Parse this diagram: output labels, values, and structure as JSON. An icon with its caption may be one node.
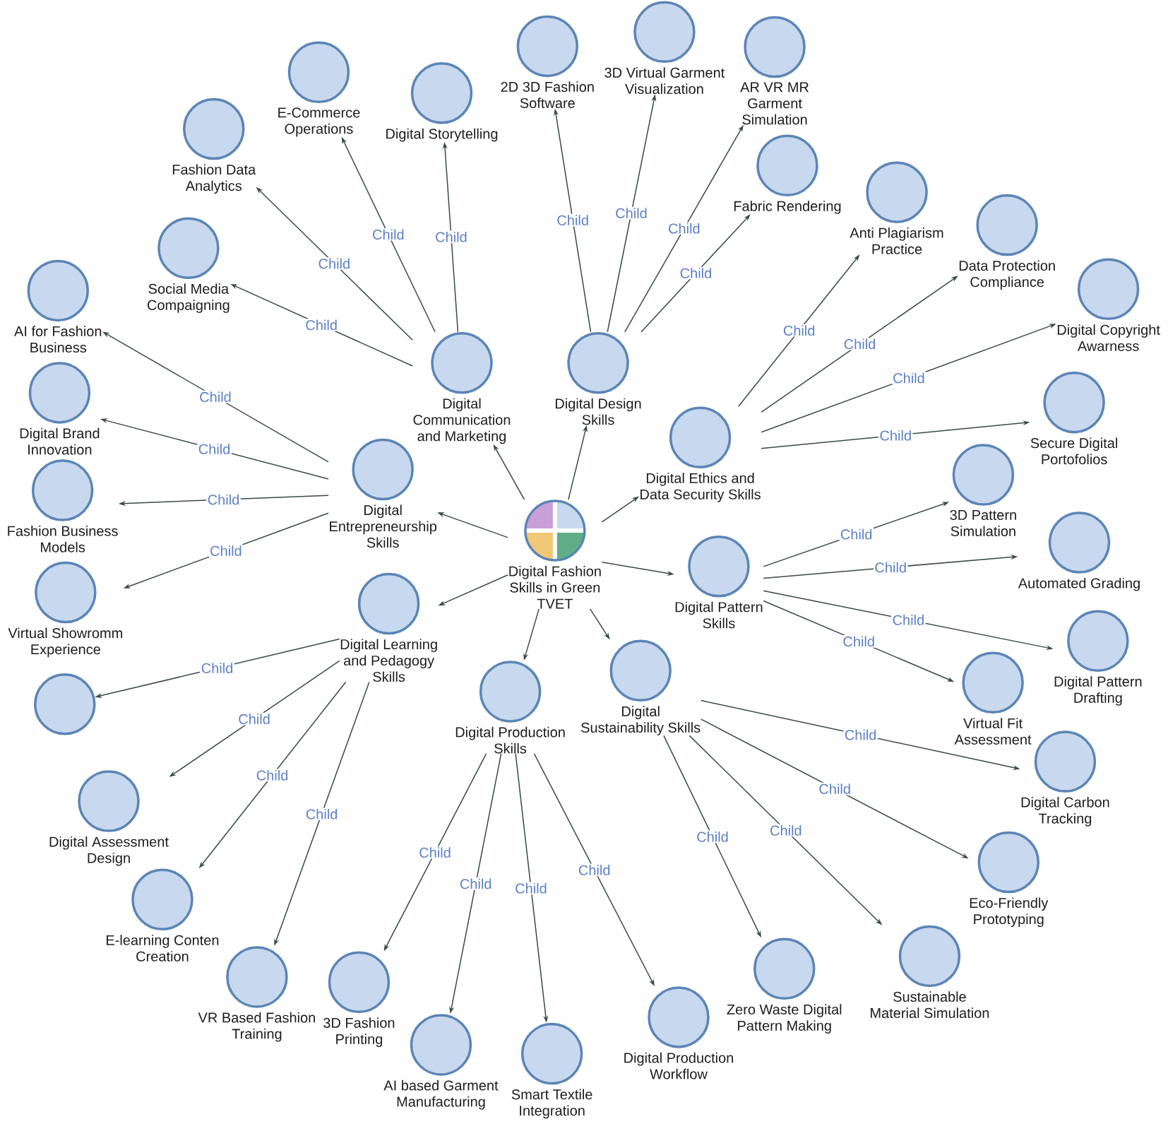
{
  "diagram": {
    "nodes": [
      {
        "text": [
          "Digital Fashion Skills in Green TVET"
        ]
      },
      {
        "text": [
          "Digital Communication and Marketing"
        ]
      },
      {
        "text": [
          "Digital Design Skills"
        ]
      },
      {
        "text": [
          "Digital Ethics and Data Security Skills"
        ]
      },
      {
        "text": [
          "Digital Pattern Skills"
        ]
      },
      {
        "text": [
          "Digital Sustainability Skills"
        ]
      },
      {
        "text": [
          "Digital Production Skills"
        ]
      },
      {
        "text": [
          "Digital Learning and Pedagogy Skills"
        ]
      },
      {
        "text": [
          "Digital Entrepreneurship Skills"
        ]
      },
      {
        "text": [
          "Social Media Compaigning"
        ]
      },
      {
        "text": [
          "Fashion Data Analytics"
        ]
      },
      {
        "text": [
          "E-Commerce Operations"
        ]
      },
      {
        "text": [
          "Digital Storytelling"
        ]
      },
      {
        "text": [
          "2D 3D Fashion Software"
        ]
      },
      {
        "text": [
          "3D Virtual Garment Visualization"
        ]
      },
      {
        "text": [
          "AR VR MR Garment Simulation"
        ]
      },
      {
        "text": [
          "Fabric Rendering"
        ]
      },
      {
        "text": [
          "Anti Plagiarism Practice"
        ]
      },
      {
        "text": [
          "Data Protection Compliance"
        ]
      },
      {
        "text": [
          "Digital Copyright Awarness"
        ]
      },
      {
        "text": [
          "Secure Digital Portofolios"
        ]
      },
      {
        "text": [
          "3D Pattern Simulation"
        ]
      },
      {
        "text": [
          "Automated Grading"
        ]
      },
      {
        "text": [
          "Digital Pattern Drafting"
        ]
      },
      {
        "text": [
          "Virtual Fit Assessment"
        ]
      },
      {
        "text": [
          "Digital Carbon Tracking"
        ]
      },
      {
        "text": [
          "Eco-Friendly Prototyping"
        ]
      },
      {
        "text": [
          "Sustainable Material Simulation"
        ]
      },
      {
        "text": [
          "Zero Waste Digital Pattern Making"
        ]
      },
      {
        "text": [
          "3D Fashion Printing"
        ]
      },
      {
        "text": [
          "AI based Garment Manufacturing"
        ]
      },
      {
        "text": [
          "Smart Textile Integration"
        ]
      },
      {
        "text": [
          "Digital Production Workflow"
        ]
      },
      {
        "text": [],
        "shape": "circle"
      },
      {
        "text": [
          "Digital Assessment Design"
        ]
      },
      {
        "text": [
          "E-learning Conten Creation"
        ]
      },
      {
        "text": [
          "VR Based Fashion Training"
        ]
      },
      {
        "text": [
          "AI for Fashion Business"
        ]
      },
      {
        "text": [
          "Digital Brand Innovation"
        ]
      },
      {
        "text": [
          "Fashion Business Models"
        ]
      },
      {
        "text": [
          "Virtual Showromm Experience"
        ]
      }
    ],
    "edges": [
      {
        "from": 0,
        "to": 1,
        "arrow": "to"
      },
      {
        "from": 0,
        "to": 2,
        "arrow": "to"
      },
      {
        "from": 0,
        "to": 3,
        "arrow": "to"
      },
      {
        "from": 0,
        "to": 4,
        "arrow": "to"
      },
      {
        "from": 0,
        "to": 5,
        "arrow": "to"
      },
      {
        "from": 0,
        "to": 6,
        "arrow": "to"
      },
      {
        "from": 0,
        "to": 7,
        "arrow": "to"
      },
      {
        "from": 0,
        "to": 8,
        "arrow": "to"
      },
      {
        "from": 1,
        "to": 9,
        "arrow": "to",
        "label": "Child"
      },
      {
        "from": 1,
        "to": 10,
        "arrow": "to",
        "label": "Child"
      },
      {
        "from": 1,
        "to": 11,
        "arrow": "to",
        "label": "Child"
      },
      {
        "from": 1,
        "to": 12,
        "arrow": "to",
        "label": "Child"
      },
      {
        "from": 2,
        "to": 13,
        "arrow": "to",
        "label": "Child"
      },
      {
        "from": 2,
        "to": 14,
        "arrow": "to",
        "label": "Child"
      },
      {
        "from": 2,
        "to": 15,
        "arrow": "to",
        "label": "Child"
      },
      {
        "from": 2,
        "to": 16,
        "arrow": "to",
        "label": "Child"
      },
      {
        "from": 3,
        "to": 17,
        "arrow": "to",
        "label": "Child"
      },
      {
        "from": 3,
        "to": 18,
        "arrow": "to",
        "label": "Child"
      },
      {
        "from": 3,
        "to": 19,
        "arrow": "to",
        "label": "Child"
      },
      {
        "from": 3,
        "to": 20,
        "arrow": "to",
        "label": "Child"
      },
      {
        "from": 4,
        "to": 21,
        "arrow": "to",
        "label": "Child"
      },
      {
        "from": 4,
        "to": 22,
        "arrow": "to",
        "label": "Child"
      },
      {
        "from": 4,
        "to": 23,
        "arrow": "to",
        "label": "Child"
      },
      {
        "from": 4,
        "to": 24,
        "arrow": "to",
        "label": "Child"
      },
      {
        "from": 5,
        "to": 25,
        "arrow": "to",
        "label": "Child"
      },
      {
        "from": 5,
        "to": 26,
        "arrow": "to",
        "label": "Child"
      },
      {
        "from": 5,
        "to": 27,
        "arrow": "to",
        "label": "Child"
      },
      {
        "from": 5,
        "to": 28,
        "arrow": "to",
        "label": "Child"
      },
      {
        "from": 6,
        "to": 29,
        "arrow": "to",
        "label": "Child"
      },
      {
        "from": 6,
        "to": 30,
        "arrow": "to",
        "label": "Child"
      },
      {
        "from": 6,
        "to": 31,
        "arrow": "to",
        "label": "Child"
      },
      {
        "from": 6,
        "to": 32,
        "arrow": "to",
        "label": "Child"
      },
      {
        "from": 7,
        "to": 33,
        "arrow": "to",
        "label": "Child"
      },
      {
        "from": 7,
        "to": 34,
        "arrow": "to",
        "label": "Child"
      },
      {
        "from": 7,
        "to": 35,
        "arrow": "to",
        "label": "Child"
      },
      {
        "from": 7,
        "to": 36,
        "arrow": "to",
        "label": "Child"
      },
      {
        "from": 8,
        "to": 37,
        "arrow": "to",
        "label": "Child"
      },
      {
        "from": 8,
        "to": 38,
        "arrow": "to",
        "label": "Child"
      },
      {
        "from": 8,
        "to": 39,
        "arrow": "to",
        "label": "Child"
      },
      {
        "from": 8,
        "to": 40,
        "arrow": "to",
        "label": "Child"
      }
    ]
  }
}
